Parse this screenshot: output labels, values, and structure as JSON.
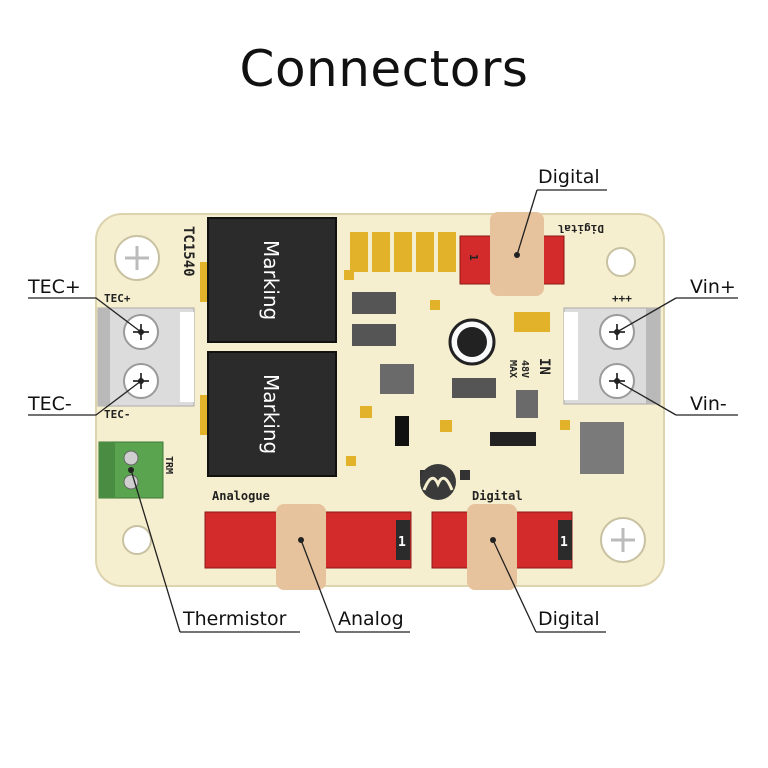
{
  "title": "Connectors",
  "callouts": {
    "tec_plus": "TEC+",
    "tec_minus": "TEC-",
    "vin_plus": "Vin+",
    "vin_minus": "Vin-",
    "digital_top": "Digital",
    "thermistor": "Thermistor",
    "analog": "Analog",
    "digital_bottom": "Digital"
  },
  "board": {
    "model": "TC1540",
    "ic_marking_1": "Marking",
    "ic_marking_2": "Marking",
    "silk_tec_plus": "TEC+",
    "silk_tec_minus": "TEC-",
    "silk_trm": "TRM",
    "silk_analogue": "Analogue",
    "silk_digital_bottom": "Digital",
    "silk_digital_top": "Digital",
    "silk_vin_plus": "+++",
    "silk_max": "MAX",
    "silk_48v": "48V",
    "silk_in": "IN",
    "pin1_a": "1",
    "pin1_b": "1",
    "pin1_c": "1"
  },
  "colors": {
    "pcb": "#f5efcf",
    "pcb_edge": "#d8cfa8",
    "connector_red": "#d32b2b",
    "highlight_tan": "#e7c39d",
    "terminal_green": "#5aa34f",
    "ic_black": "#2b2b2b",
    "pad_gold": "#e3b22b"
  }
}
